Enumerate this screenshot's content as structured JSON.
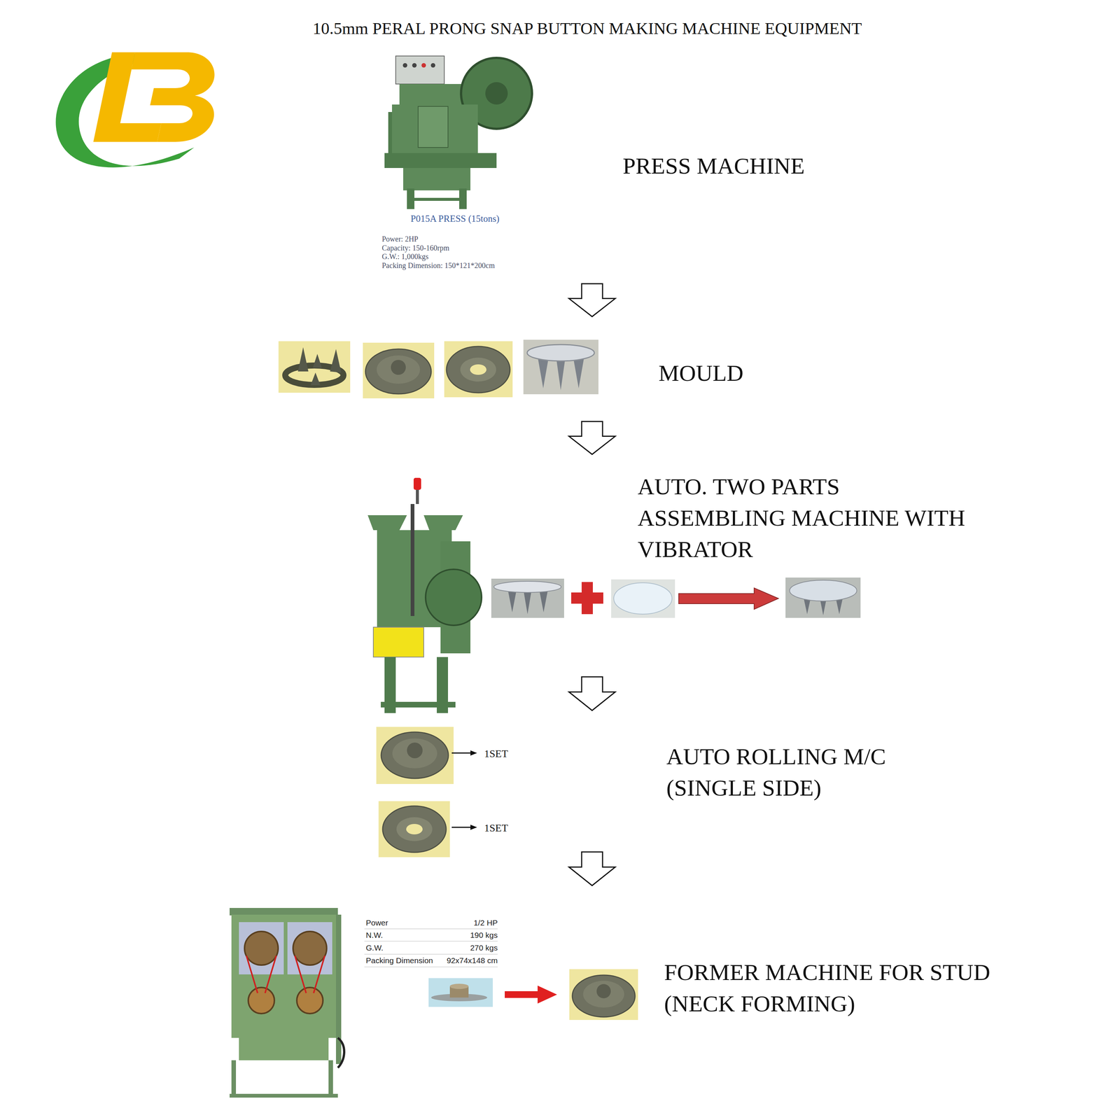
{
  "diagram": {
    "title": "10.5mm PERAL PRONG SNAP BUTTON MAKING MACHINE EQUIPMENT",
    "nodes": [
      {
        "text": [
          "PRESS MACHINE"
        ]
      },
      {
        "text": [
          "MOULD"
        ]
      },
      {
        "text": [
          "AUTO. TWO PARTS ASSEMBLING MACHINE WITH VIBRATOR"
        ]
      },
      {
        "text": [
          "AUTO ROLLING M/C (SINGLE SIDE)"
        ]
      },
      {
        "text": [
          "FORMER MACHINE FOR STUD (NECK FORMING)"
        ]
      }
    ],
    "edges": [
      {
        "from": 0,
        "to": 1,
        "arrow": "to"
      },
      {
        "from": 1,
        "to": 2,
        "arrow": "to"
      },
      {
        "from": 2,
        "to": 3,
        "arrow": "to"
      },
      {
        "from": 3,
        "to": 4,
        "arrow": "to"
      }
    ],
    "labels": [
      "P015A PRESS (15tons)",
      "Power: 2HP",
      "Capacity: 150-160rpm",
      "G.W.: 1,000kgs",
      "Packing Dimension: 150*121*200cm",
      "1SET",
      "1SET",
      "Power",
      "1/2 HP",
      "N.W.",
      "190 kgs",
      "G.W.",
      "270 kgs",
      "Packing Dimension",
      "92x74x148 cm"
    ]
  }
}
